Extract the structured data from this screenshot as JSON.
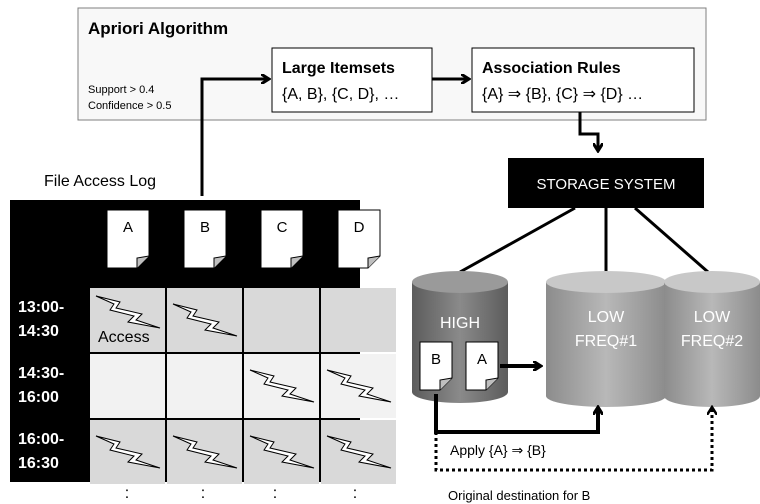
{
  "apriori": {
    "title": "Apriori Algorithm",
    "support": "Support > 0.4",
    "confidence": "Confidence > 0.5",
    "large_itemsets": {
      "title": "Large Itemsets",
      "content": "{A, B}, {C, D}, …"
    },
    "association_rules": {
      "title": "Association Rules",
      "content": "{A} ⇒ {B}, {C} ⇒ {D} …"
    }
  },
  "log": {
    "title": "File Access Log",
    "files": [
      "A",
      "B",
      "C",
      "D"
    ],
    "time_slots": [
      {
        "start": "13:00-",
        "end": "14:30",
        "access": [
          true,
          true,
          false,
          false
        ]
      },
      {
        "start": "14:30-",
        "end": "16:00",
        "access": [
          false,
          false,
          true,
          true
        ]
      },
      {
        "start": "16:00-",
        "end": "16:30",
        "access": [
          true,
          true,
          true,
          true
        ]
      }
    ],
    "access_label": "Access",
    "ellipsis": ":"
  },
  "storage": {
    "system_label": "STORAGE SYSTEM",
    "high_label": "HIGH",
    "low1_line1": "LOW",
    "low1_line2": "FREQ#1",
    "low2_line1": "LOW",
    "low2_line2": "FREQ#2",
    "files_in_high": [
      "B",
      "A"
    ]
  },
  "annotations": {
    "apply_rule": "Apply {A} ⇒ {B}",
    "original_destination": "Original destination for B"
  },
  "colors": {
    "black": "#000000",
    "cell_gray": "#d9d9d9",
    "cell_light": "#f2f2f2",
    "cylinder_dark": "#7f7f7f",
    "cylinder_light": "#a6a6a6",
    "box_fill": "#f8f8f8"
  }
}
